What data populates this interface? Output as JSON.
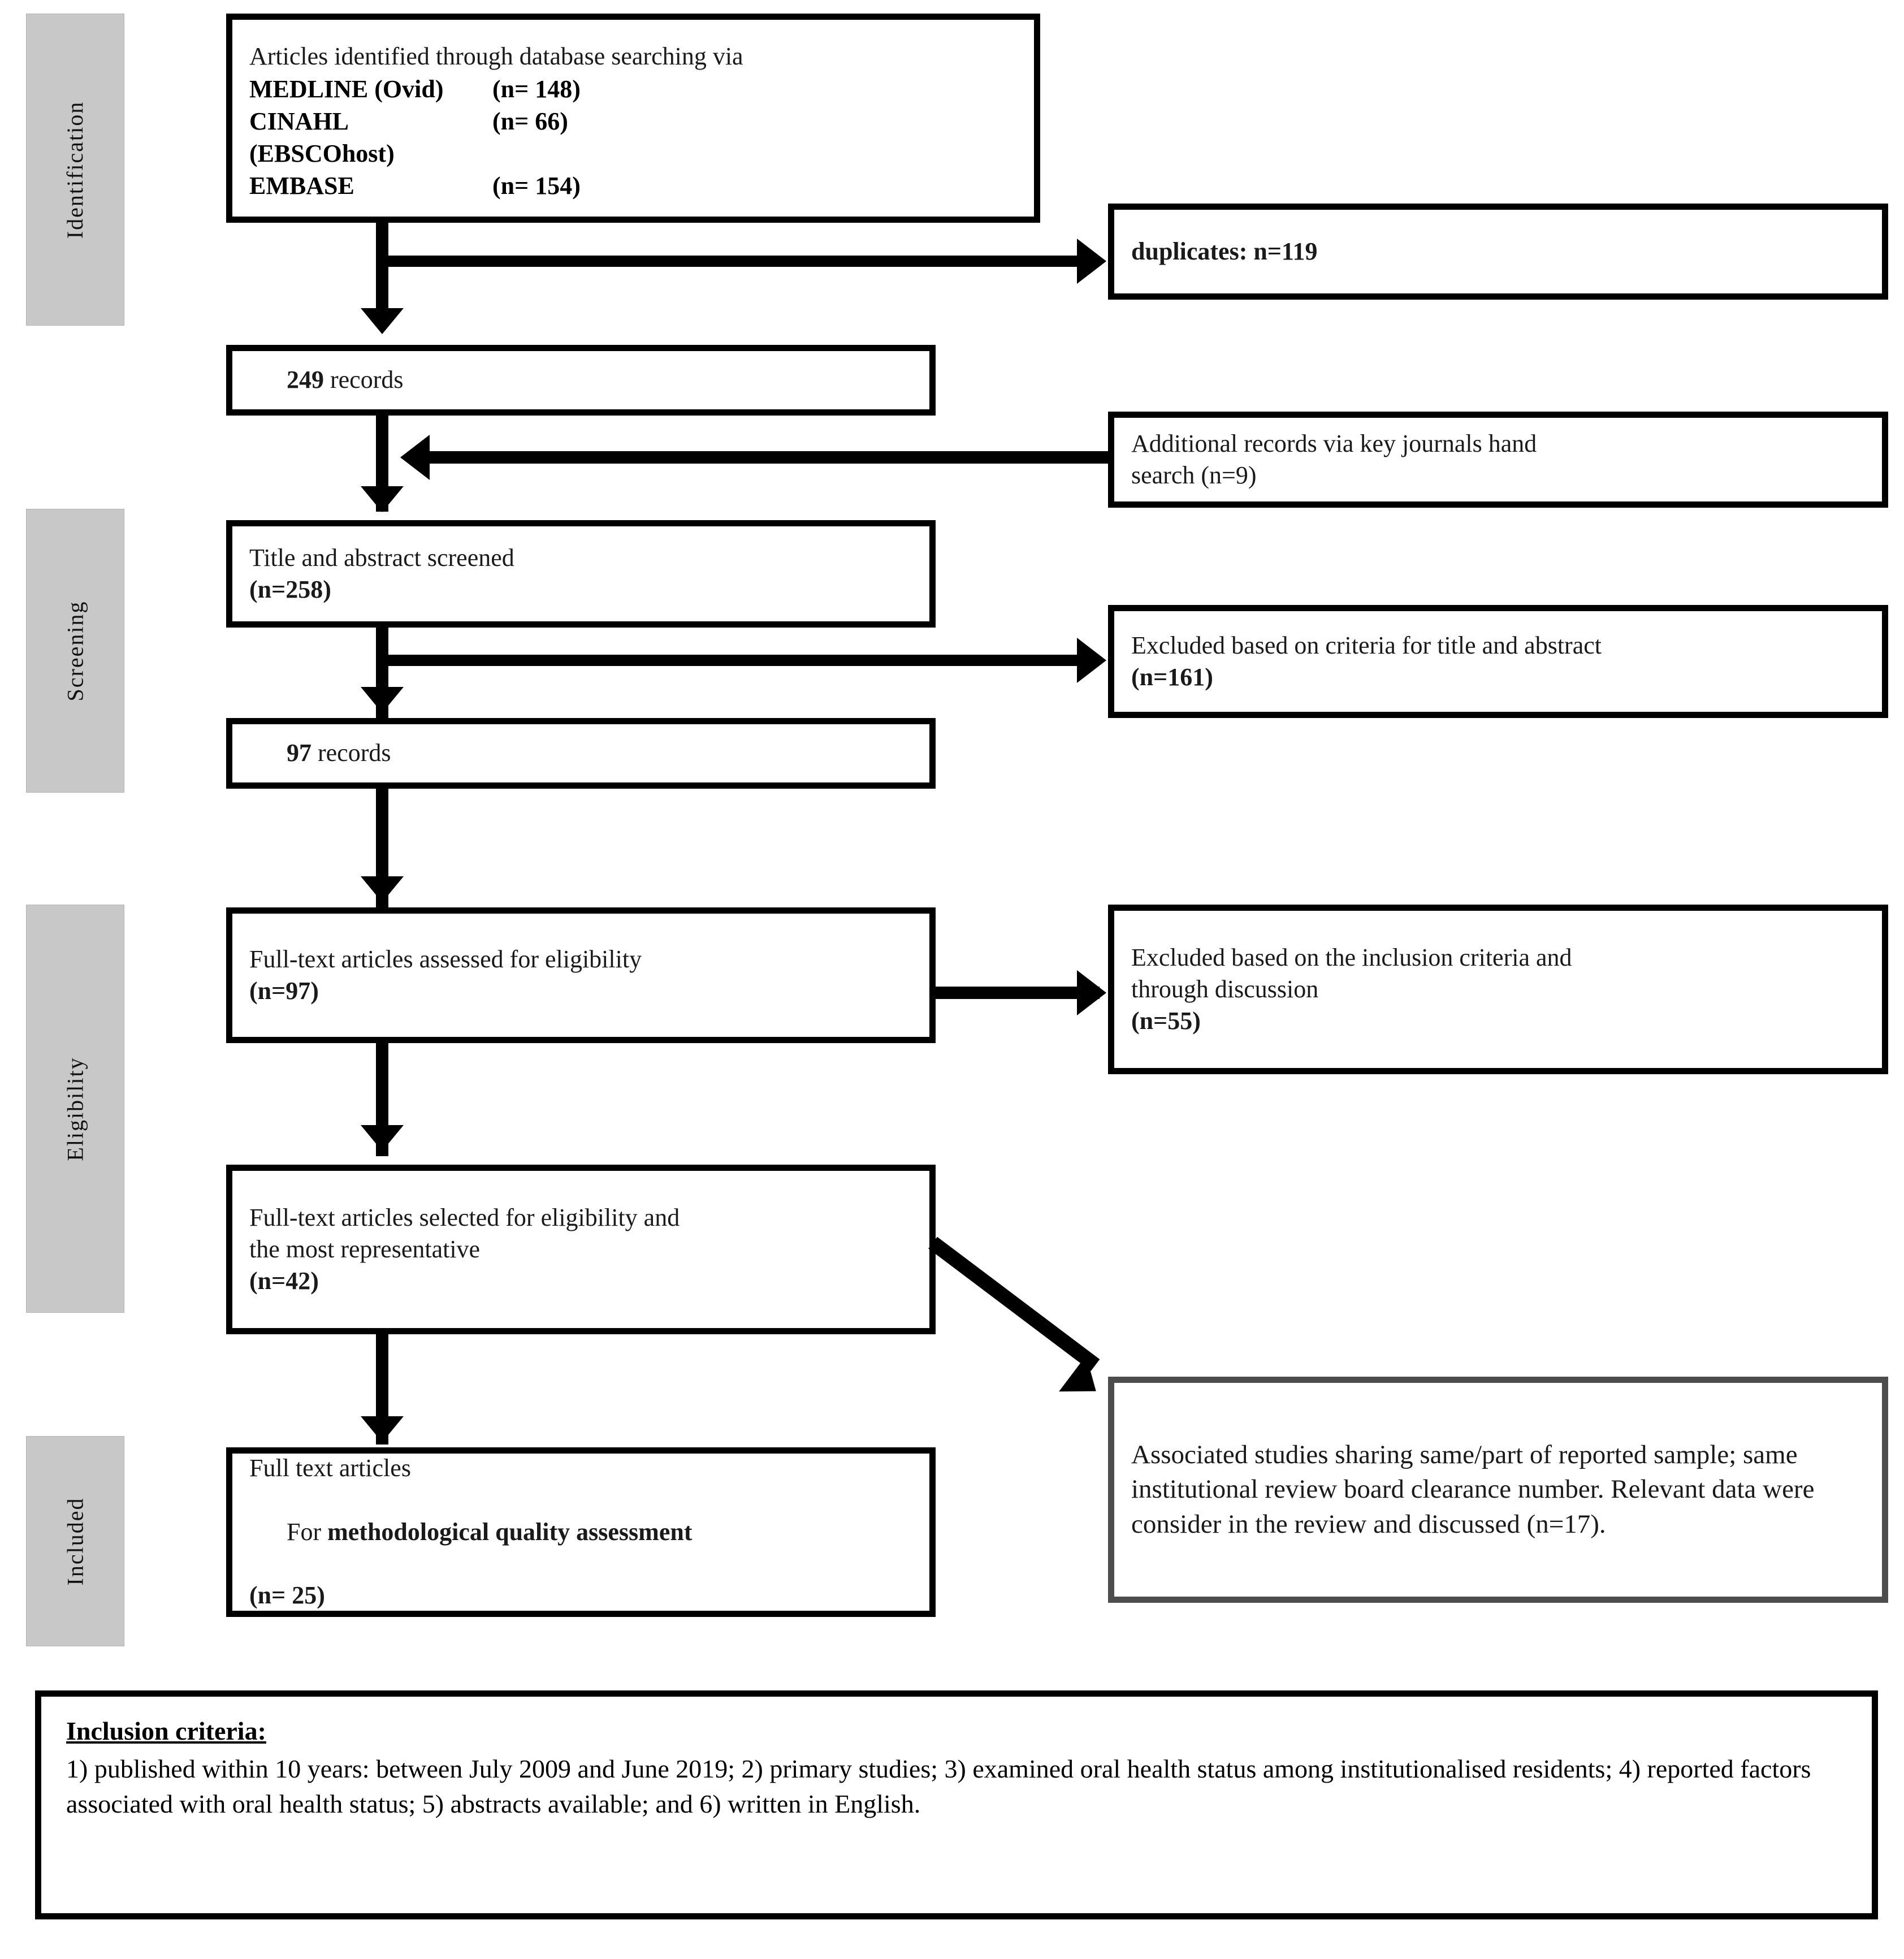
{
  "figure": {
    "type": "prisma-flow-diagram",
    "stages": [
      {
        "label": "Identification"
      },
      {
        "label": "Screening"
      },
      {
        "label": "Eligibility"
      },
      {
        "label": "Included"
      }
    ],
    "boxes": {
      "identification": {
        "heading": "Articles identified through database searching via",
        "sources": [
          {
            "name": "MEDLINE (Ovid)",
            "count": "(n= 148)"
          },
          {
            "name": "CINAHL (EBSCOhost)",
            "count": "(n= 66)"
          },
          {
            "name": "EMBASE",
            "count": "(n= 154)"
          }
        ]
      },
      "duplicates": {
        "text": "duplicates: n=119"
      },
      "records_249": {
        "number": "249",
        "label": " records"
      },
      "hand_search": {
        "line1": "Additional records via key journals hand",
        "line2": "search (n=9)"
      },
      "title_abstract_screened": {
        "line1": "Title and abstract screened",
        "line2": "(n=258)"
      },
      "excluded_title_abstract": {
        "line1": "Excluded based on criteria for title and abstract",
        "line2": "(n=161)"
      },
      "records_97": {
        "number": "97",
        "label": " records"
      },
      "fulltext_assessed": {
        "line1": "Full-text articles assessed for eligibility",
        "line2": "(n=97)"
      },
      "excluded_inclusion_discussion": {
        "line1": "Excluded based on the inclusion criteria and",
        "line2": "through discussion",
        "line3": "(n=55)"
      },
      "fulltext_selected": {
        "line1": "Full-text articles selected for eligibility and",
        "line2": "the most representative",
        "line3": "(n=42)"
      },
      "associated_studies": {
        "text": "Associated studies sharing same/part of reported sample; same institutional review board clearance number. Relevant data were consider in the review and discussed (n=17)."
      },
      "included_final": {
        "line1": "Full text articles",
        "line2_prefix": "For ",
        "line2_bold": "methodological quality assessment",
        "line3": "(n= 25)"
      }
    },
    "criteria": {
      "title": "Inclusion criteria:",
      "body": "1) published within 10 years: between July 2009 and June 2019; 2) primary studies; 3) examined oral health status among institutionalised residents; 4) reported factors associated with oral health status; 5) abstracts available; and 6) written in English."
    },
    "colors": {
      "stage_bar": "#c8c8c8",
      "box_border": "#000000",
      "associated_box_border": "#4d4d4d",
      "background": "#ffffff"
    }
  }
}
